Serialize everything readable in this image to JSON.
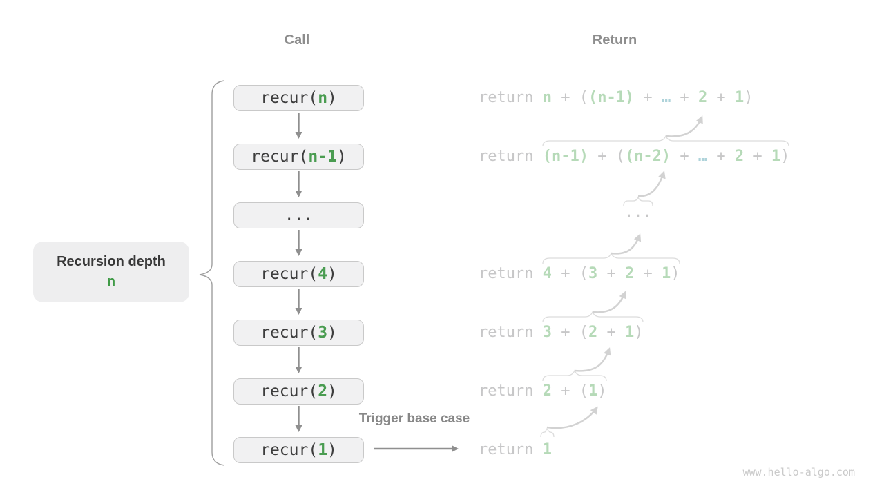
{
  "headers": {
    "call": "Call",
    "return": "Return"
  },
  "depth_label": {
    "title": "Recursion depth",
    "value": "n"
  },
  "trigger": {
    "label": "Trigger base case"
  },
  "watermark": "www.hello-algo.com",
  "colors": {
    "call_green": "#4a9c51",
    "pale_green": "#b6dab8",
    "pale_teal": "#aed3da",
    "code_gray": "#c7c7c8",
    "box_bg": "#f1f1f2"
  },
  "call_column": {
    "boxes": [
      {
        "segments": [
          {
            "t": "recur(",
            "c": "dark"
          },
          {
            "t": "n",
            "c": "green"
          },
          {
            "t": ")",
            "c": "dark"
          }
        ]
      },
      {
        "segments": [
          {
            "t": "recur(",
            "c": "dark"
          },
          {
            "t": "n-1",
            "c": "green"
          },
          {
            "t": ")",
            "c": "dark"
          }
        ]
      },
      {
        "segments": [
          {
            "t": "...",
            "c": "dark"
          }
        ]
      },
      {
        "segments": [
          {
            "t": "recur(",
            "c": "dark"
          },
          {
            "t": "4",
            "c": "green"
          },
          {
            "t": ")",
            "c": "dark"
          }
        ]
      },
      {
        "segments": [
          {
            "t": "recur(",
            "c": "dark"
          },
          {
            "t": "3",
            "c": "green"
          },
          {
            "t": ")",
            "c": "dark"
          }
        ]
      },
      {
        "segments": [
          {
            "t": "recur(",
            "c": "dark"
          },
          {
            "t": "2",
            "c": "green"
          },
          {
            "t": ")",
            "c": "dark"
          }
        ]
      },
      {
        "segments": [
          {
            "t": "recur(",
            "c": "dark"
          },
          {
            "t": "1",
            "c": "green"
          },
          {
            "t": ")",
            "c": "dark"
          }
        ]
      }
    ]
  },
  "return_column": {
    "lines": [
      {
        "segments": [
          {
            "t": "return ",
            "c": "gray"
          },
          {
            "t": "n",
            "c": "pgreen"
          },
          {
            "t": " + (",
            "c": "gray"
          },
          {
            "t": "(n-1)",
            "c": "pgreen"
          },
          {
            "t": " + ",
            "c": "gray"
          },
          {
            "t": "…",
            "c": "teal"
          },
          {
            "t": " + ",
            "c": "gray"
          },
          {
            "t": "2",
            "c": "pgreen"
          },
          {
            "t": " + ",
            "c": "gray"
          },
          {
            "t": "1",
            "c": "pgreen"
          },
          {
            "t": ")",
            "c": "gray"
          }
        ]
      },
      {
        "segments": [
          {
            "t": "return ",
            "c": "gray"
          },
          {
            "t": "(n-1)",
            "c": "pgreen"
          },
          {
            "t": " + (",
            "c": "gray"
          },
          {
            "t": "(n-2)",
            "c": "pgreen"
          },
          {
            "t": " + ",
            "c": "gray"
          },
          {
            "t": "…",
            "c": "teal"
          },
          {
            "t": " + ",
            "c": "gray"
          },
          {
            "t": "2",
            "c": "pgreen"
          },
          {
            "t": " + ",
            "c": "gray"
          },
          {
            "t": "1",
            "c": "pgreen"
          },
          {
            "t": ")",
            "c": "gray"
          }
        ]
      },
      {
        "segments": [
          {
            "t": "...",
            "c": "gray"
          }
        ]
      },
      {
        "segments": [
          {
            "t": "return ",
            "c": "gray"
          },
          {
            "t": "4",
            "c": "pgreen"
          },
          {
            "t": " + (",
            "c": "gray"
          },
          {
            "t": "3",
            "c": "pgreen"
          },
          {
            "t": " + ",
            "c": "gray"
          },
          {
            "t": "2",
            "c": "pgreen"
          },
          {
            "t": " + ",
            "c": "gray"
          },
          {
            "t": "1",
            "c": "pgreen"
          },
          {
            "t": ")",
            "c": "gray"
          }
        ]
      },
      {
        "segments": [
          {
            "t": "return ",
            "c": "gray"
          },
          {
            "t": "3",
            "c": "pgreen"
          },
          {
            "t": " + (",
            "c": "gray"
          },
          {
            "t": "2",
            "c": "pgreen"
          },
          {
            "t": " + ",
            "c": "gray"
          },
          {
            "t": "1",
            "c": "pgreen"
          },
          {
            "t": ")",
            "c": "gray"
          }
        ]
      },
      {
        "segments": [
          {
            "t": "return ",
            "c": "gray"
          },
          {
            "t": "2",
            "c": "pgreen"
          },
          {
            "t": " + (",
            "c": "gray"
          },
          {
            "t": "1",
            "c": "pgreen"
          },
          {
            "t": ")",
            "c": "gray"
          }
        ]
      },
      {
        "segments": [
          {
            "t": "return ",
            "c": "gray"
          },
          {
            "t": "1",
            "c": "pgreen"
          }
        ]
      }
    ]
  }
}
